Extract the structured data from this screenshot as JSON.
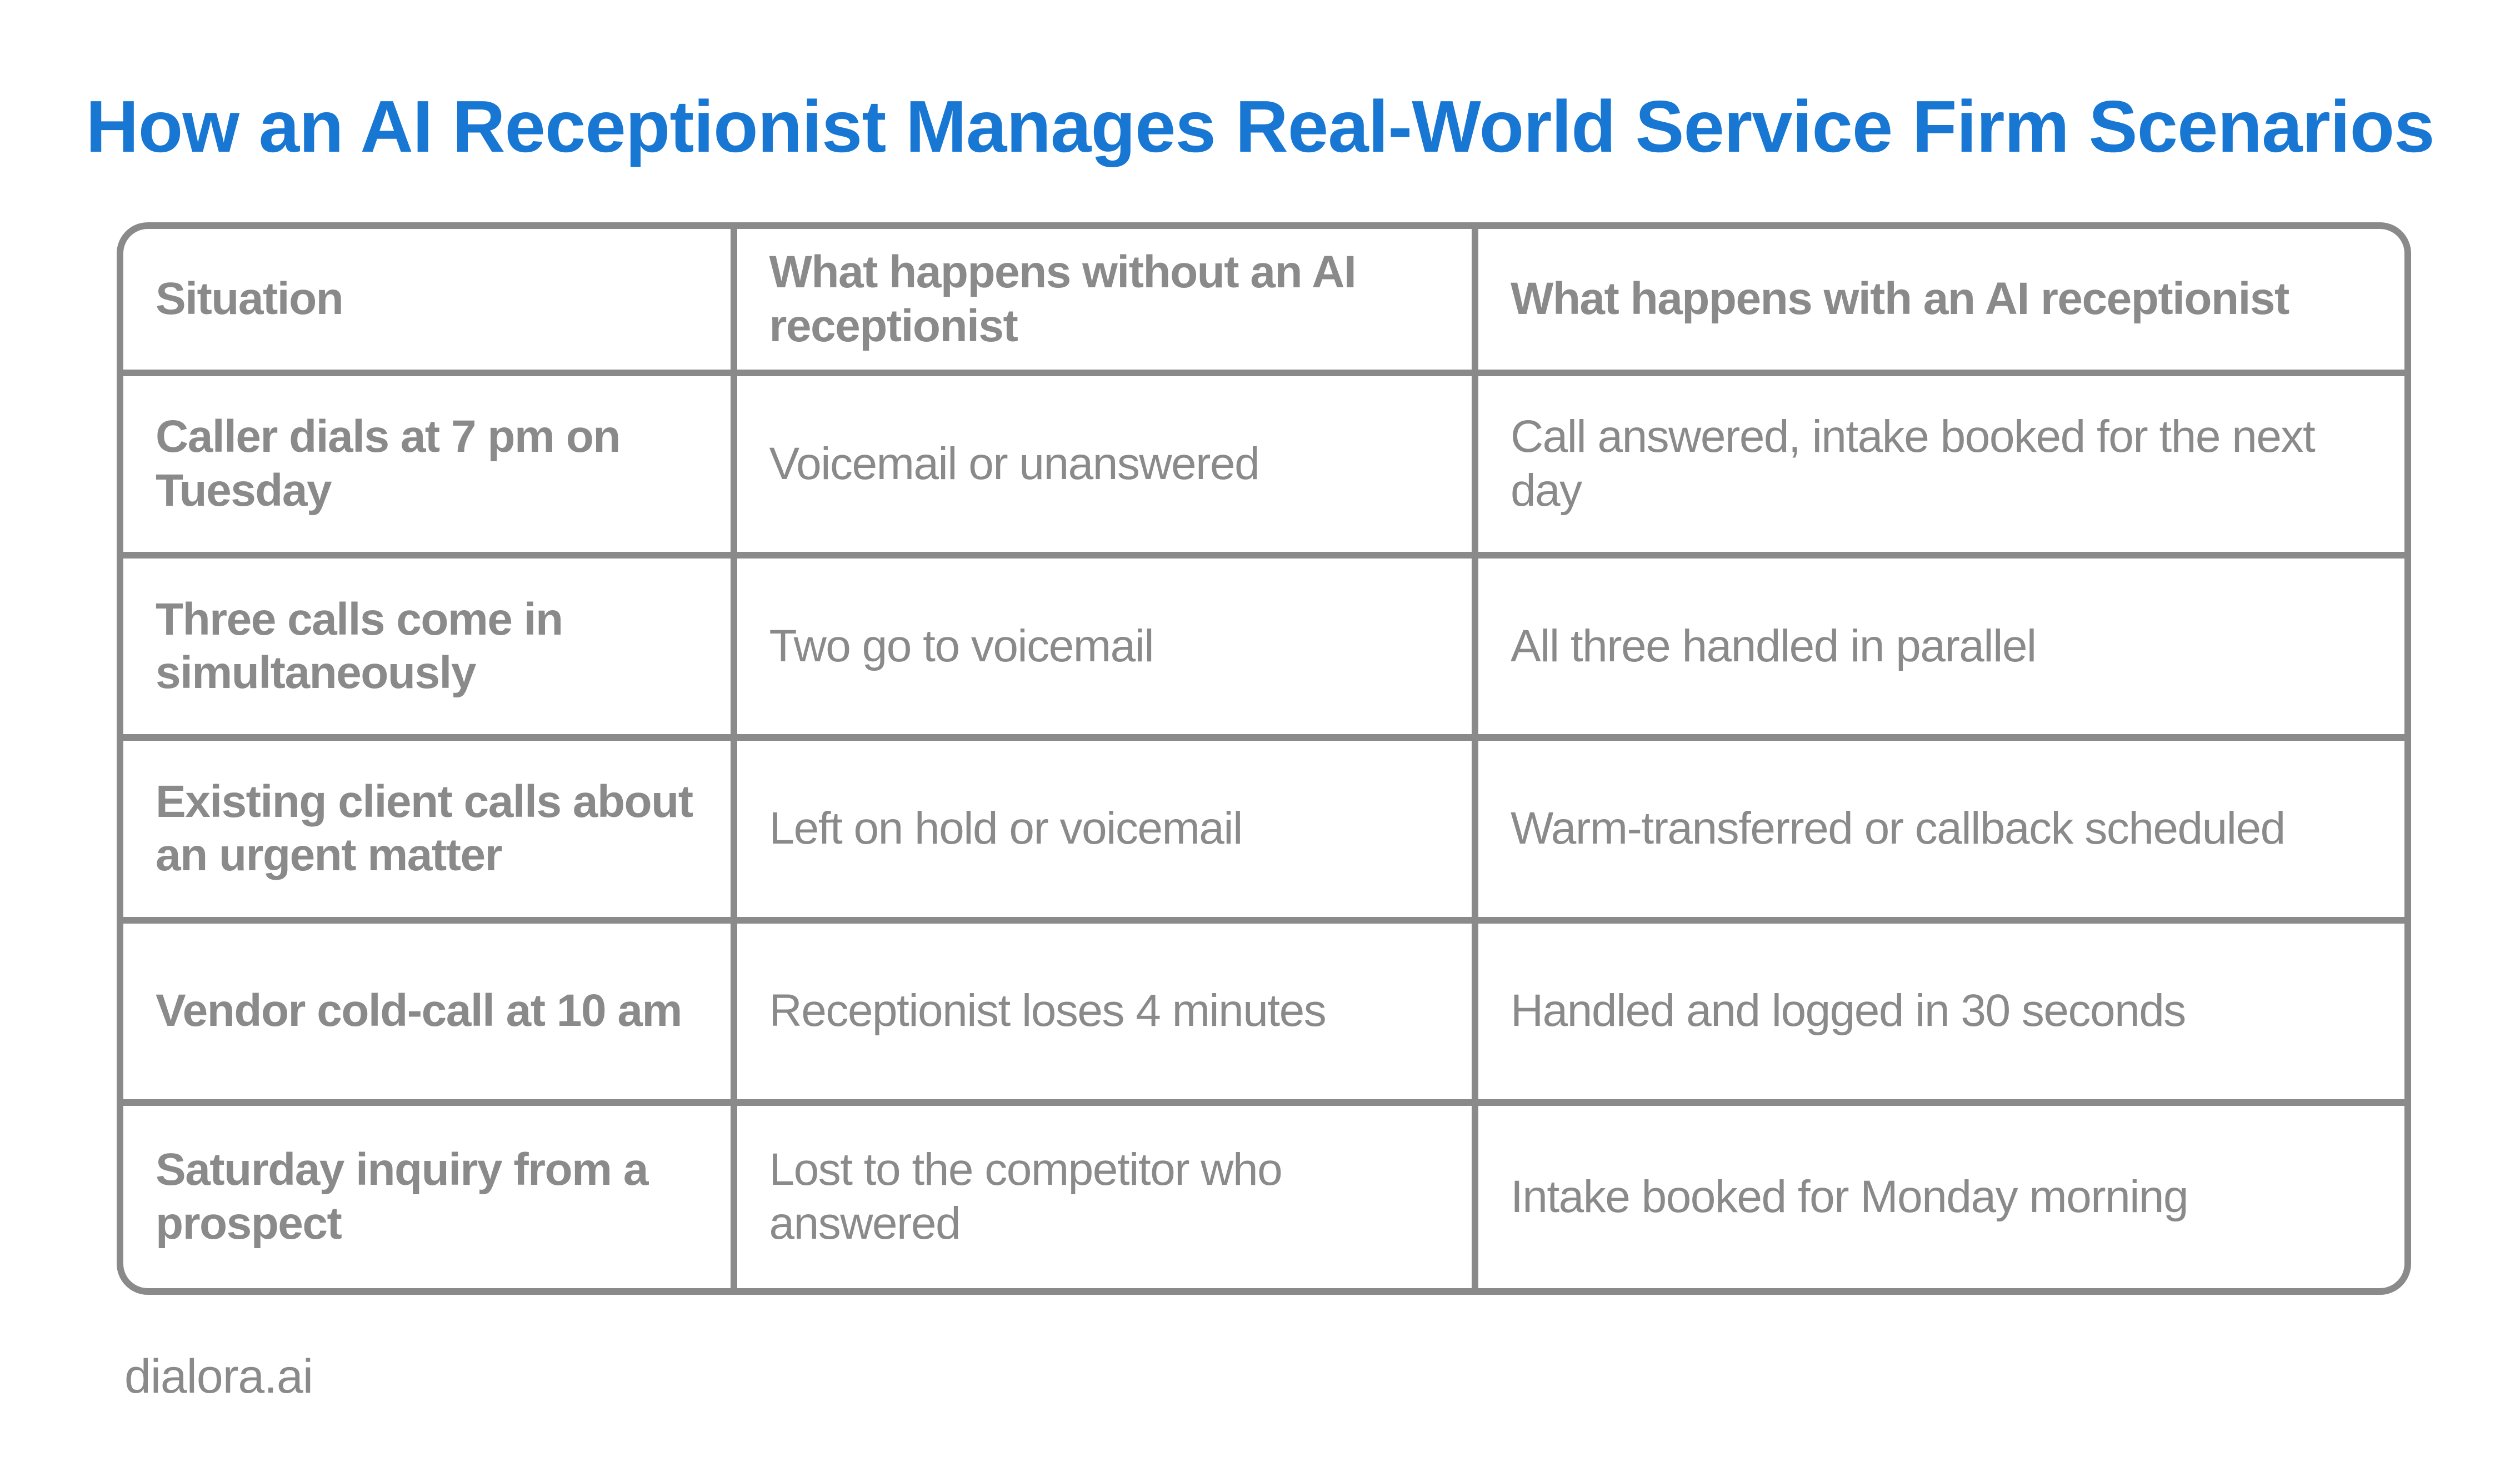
{
  "colors": {
    "title_blue": "#1777d2",
    "text_gray": "#8a8a8a",
    "border_gray": "#8a8a8a",
    "background": "#ffffff"
  },
  "chart_data": {
    "type": "table",
    "title": "How an AI Receptionist Manages Real-World Service Firm Scenarios",
    "columns": [
      "Situation",
      "What happens without an AI receptionist",
      "What happens with an AI receptionist"
    ],
    "rows": [
      [
        "Caller dials at 7 pm on Tuesday",
        "Voicemail or unanswered",
        "Call answered, intake booked for the next day"
      ],
      [
        "Three calls come in simultaneously",
        "Two go to voicemail",
        "All three handled in parallel"
      ],
      [
        "Existing client calls about an urgent matter",
        "Left on hold or voicemail",
        "Warm-transferred or callback scheduled"
      ],
      [
        "Vendor cold-call at 10 am",
        "Receptionist loses 4 minutes",
        "Handled and logged in 30 seconds"
      ],
      [
        "Saturday inquiry from a prospect",
        "Lost to the competitor who answered",
        "Intake booked for Monday morning"
      ]
    ],
    "layout": {
      "grid": "full-borders",
      "header_bold": true,
      "first_column_bold": true,
      "outer_corners": "rounded"
    }
  },
  "footer": {
    "brand": "dialora.ai"
  }
}
